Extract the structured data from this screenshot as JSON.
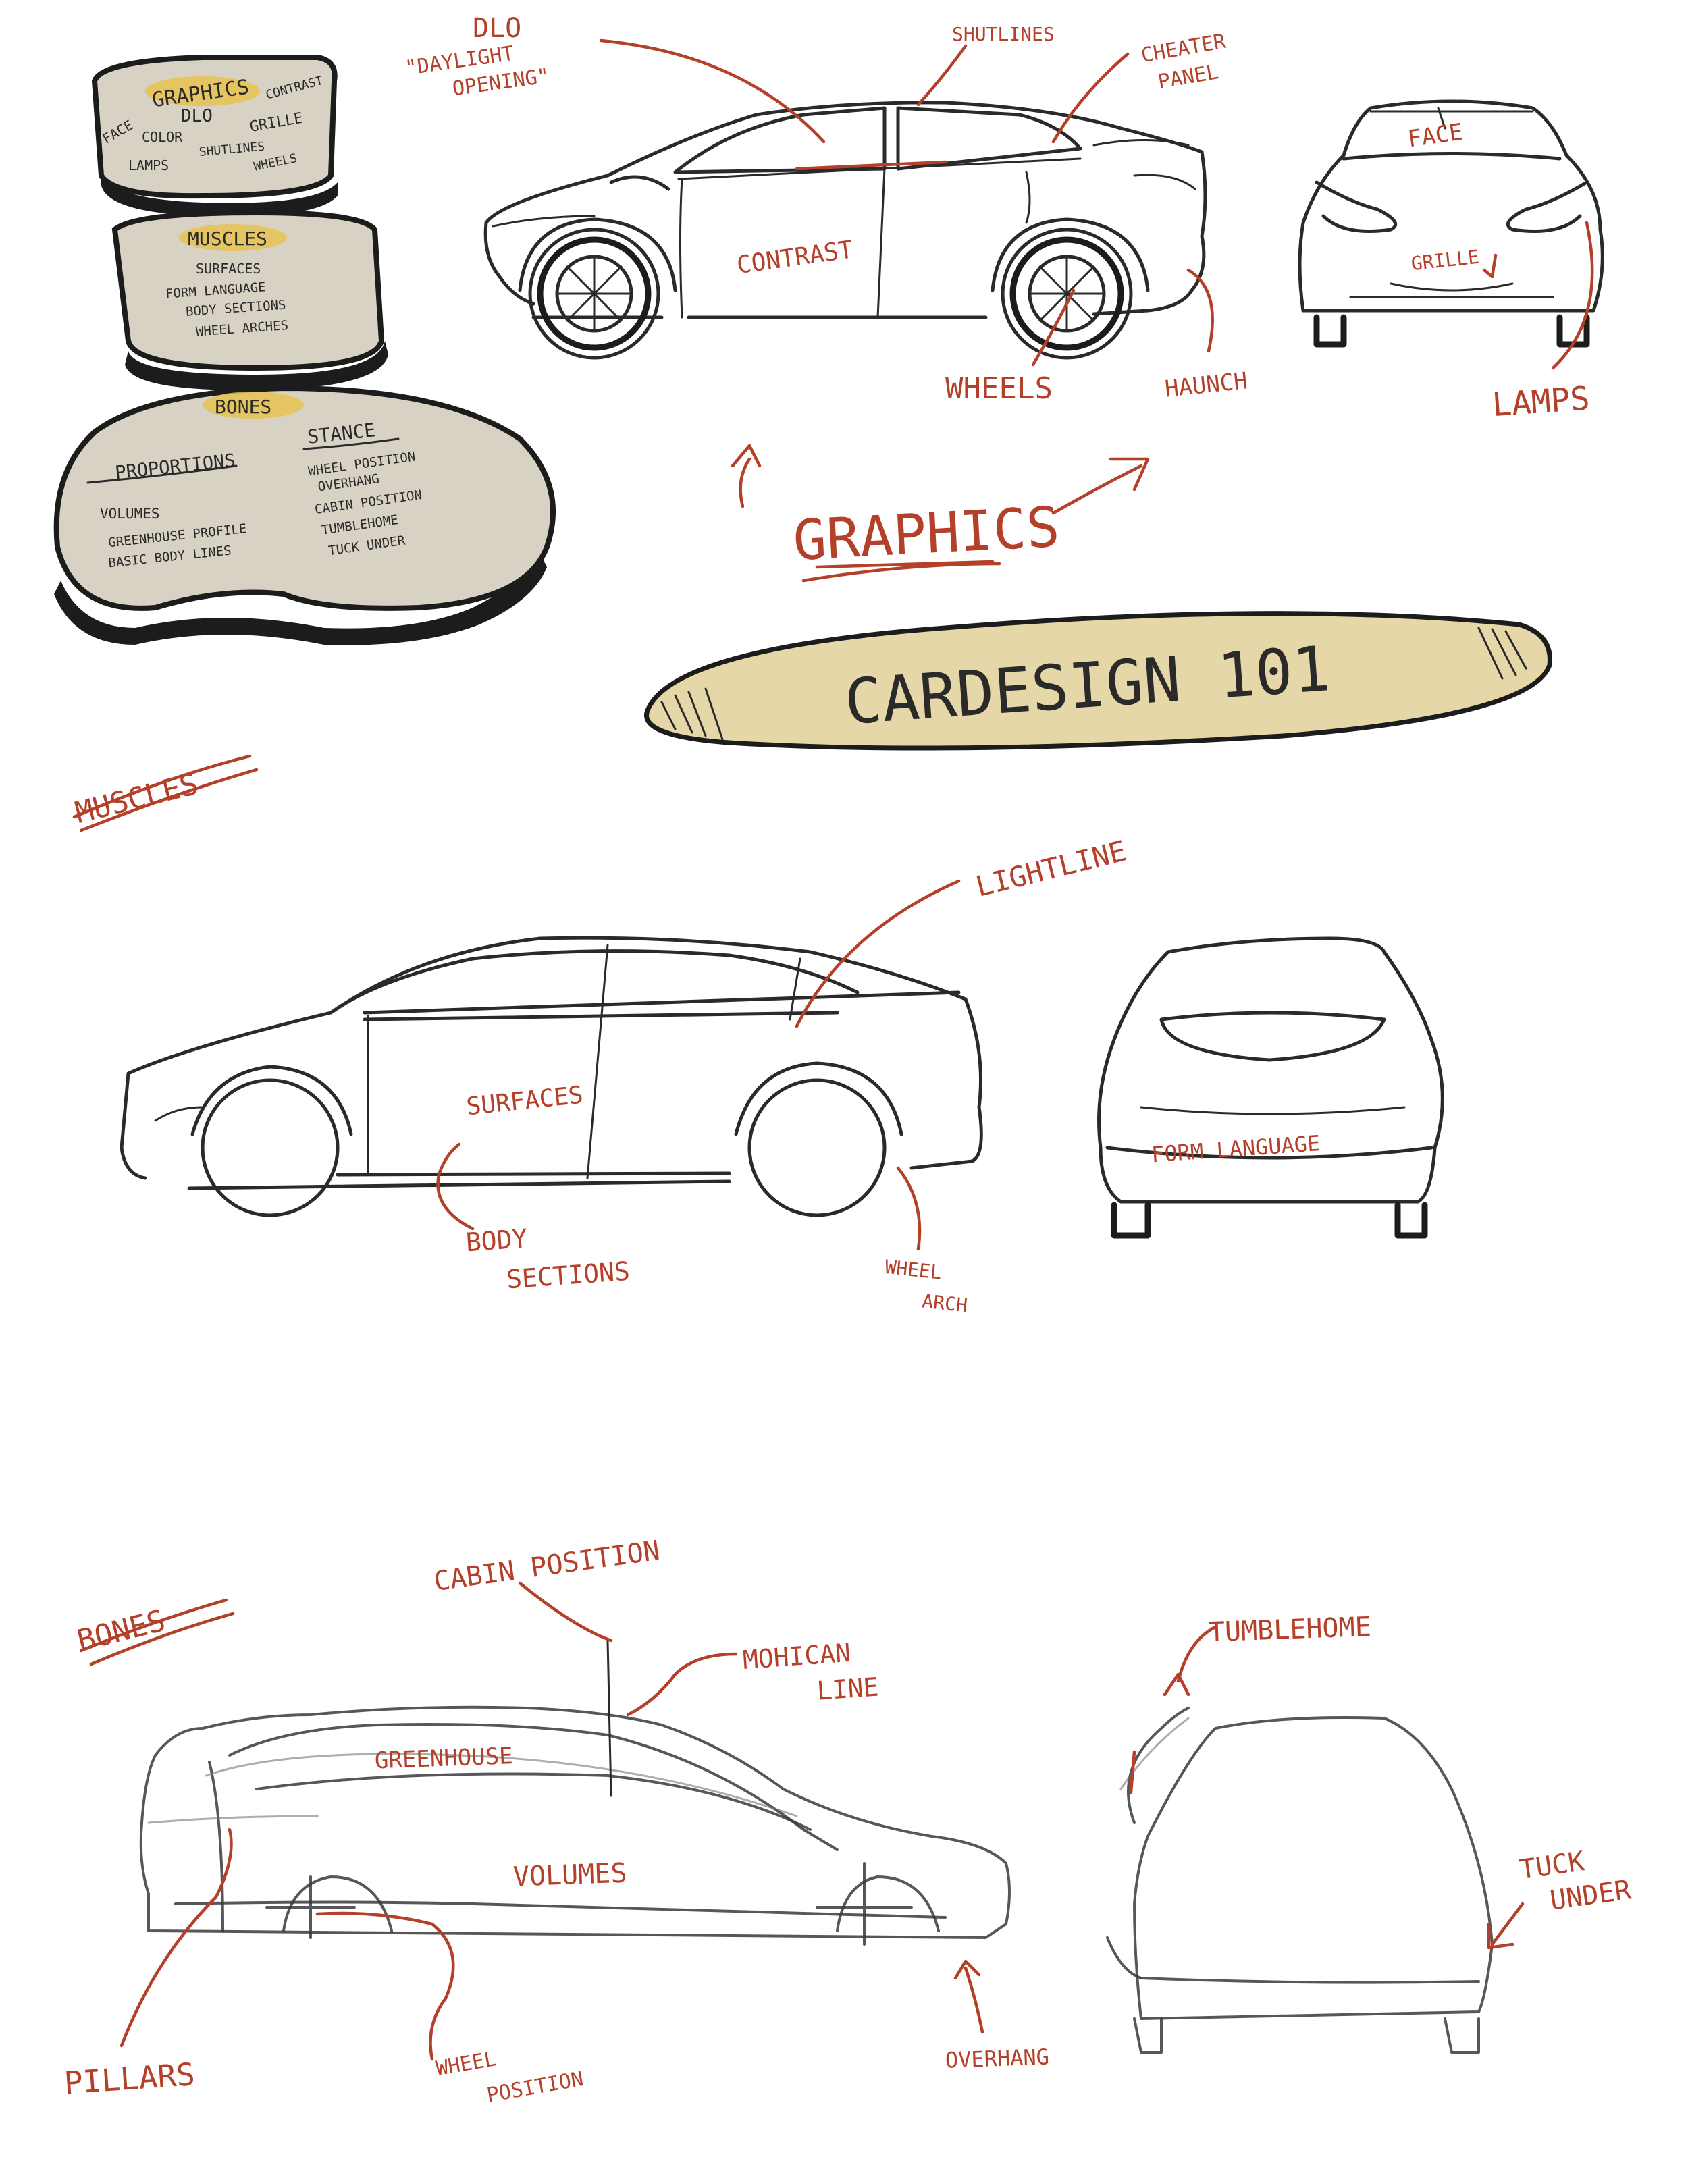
{
  "pyramid": {
    "graphics": {
      "title": "GRAPHICS",
      "items": [
        "FACE",
        "DLO",
        "CONTRAST",
        "COLOR",
        "GRILLE",
        "LAMPS",
        "SHUTLINES",
        "WHEELS"
      ]
    },
    "muscles": {
      "title": "MUSCLES",
      "items": [
        "SURFACES",
        "FORM LANGUAGE",
        "BODY SECTIONS",
        "WHEEL ARCHES"
      ]
    },
    "bones": {
      "title": "BONES",
      "col1_title": "PROPORTIONS",
      "col1": [
        "VOLUMES",
        "GREENHOUSE PROFILE",
        "BASIC BODY LINES"
      ],
      "col2_title": "STANCE",
      "col2": [
        "WHEEL POSITION",
        "OVERHANG",
        "CABIN POSITION",
        "TUMBLEHOME",
        "TUCK UNDER"
      ]
    }
  },
  "title_banner": "CARDESIGN 101",
  "graphics_section": {
    "label": "GRAPHICS",
    "annotations": {
      "dlo": "DLO",
      "dlo_sub1": "\"DAYLIGHT",
      "dlo_sub2": "OPENING\"",
      "shutlines": "SHUTLINES",
      "cheater1": "CHEATER",
      "cheater2": "PANEL",
      "contrast": "CONTRAST",
      "wheels": "WHEELS",
      "haunch": "HAUNCH",
      "face": "FACE",
      "grille": "GRILLE",
      "lamps": "LAMPS"
    }
  },
  "muscles_section": {
    "label": "MUSCLES",
    "annotations": {
      "lightline": "LIGHTLINE",
      "surfaces": "SURFACES",
      "body1": "BODY",
      "body2": "SECTIONS",
      "wheel1": "WHEEL",
      "wheel2": "ARCH",
      "form_language": "FORM LANGUAGE"
    }
  },
  "bones_section": {
    "label": "BONES",
    "annotations": {
      "cabin_position": "CABIN POSITION",
      "mohican1": "MOHICAN",
      "mohican2": "LINE",
      "greenhouse": "GREENHOUSE",
      "volumes": "VOLUMES",
      "pillars": "PILLARS",
      "wheel_pos1": "WHEEL",
      "wheel_pos2": "POSITION",
      "overhang": "OVERHANG",
      "tumblehome": "TUMBLEHOME",
      "tuck1": "TUCK",
      "tuck2": "UNDER"
    }
  },
  "colors": {
    "ink": "#2a2a2a",
    "annotation_red": "#b5402a",
    "highlight_yellow": "#e8c14a",
    "stone": "#d8d2c4"
  }
}
